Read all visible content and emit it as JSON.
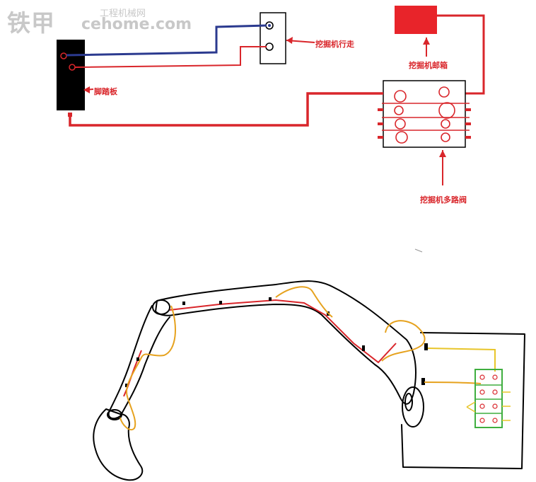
{
  "watermark": {
    "brand": "铁甲",
    "domain": "cehome.com",
    "site": "工程机械网"
  },
  "labels": {
    "travel": "挖掘机行走",
    "tank": "挖掘机邮箱",
    "pedal": "脚踏板",
    "valve": "挖掘机多路阀"
  },
  "colors": {
    "red_line": "#d9262b",
    "blue_line": "#2b3a8f",
    "tank_fill": "#e8242a",
    "outline": "#000000",
    "orange_line": "#e6a21e",
    "green_valve": "#3fae3f",
    "yellow_line": "#e8c52a"
  }
}
